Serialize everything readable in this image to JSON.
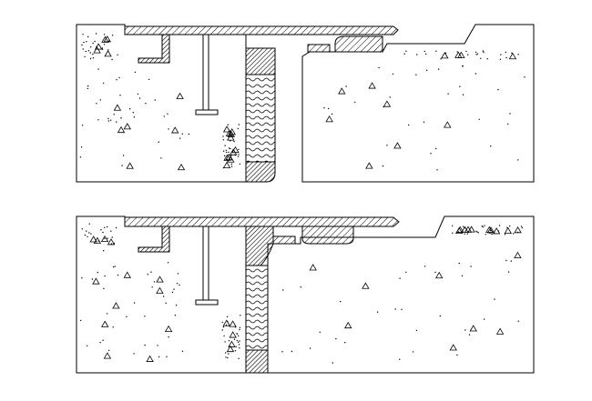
{
  "drawing": {
    "kind": "expansion-joint-section-details",
    "background": "#ffffff",
    "line_color": "#000000",
    "details": [
      {
        "name": "detail-upper",
        "variant": "open-joint"
      },
      {
        "name": "detail-lower",
        "variant": "covered-joint"
      }
    ],
    "materials": [
      "concrete-slab",
      "steel-cover-plate",
      "angle-bracket",
      "anchor-bolt",
      "compressible-filler",
      "sealant-pad",
      "rubber-seal"
    ]
  }
}
